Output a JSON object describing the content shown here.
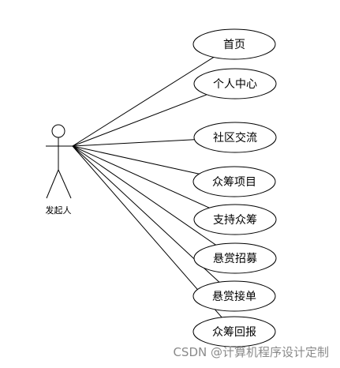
{
  "actor": {
    "label": "发起人"
  },
  "use_cases": [
    {
      "id": "home",
      "label": "首页"
    },
    {
      "id": "personal-center",
      "label": "个人中心"
    },
    {
      "id": "community",
      "label": "社区交流"
    },
    {
      "id": "crowdfunding-projects",
      "label": "众筹项目"
    },
    {
      "id": "support-crowdfunding",
      "label": "支持众筹"
    },
    {
      "id": "bounty-recruit",
      "label": "悬赏招募"
    },
    {
      "id": "bounty-accept",
      "label": "悬赏接单"
    },
    {
      "id": "crowdfunding-return",
      "label": "众筹回报"
    }
  ],
  "watermark": "CSDN @计算机程序设计定制"
}
